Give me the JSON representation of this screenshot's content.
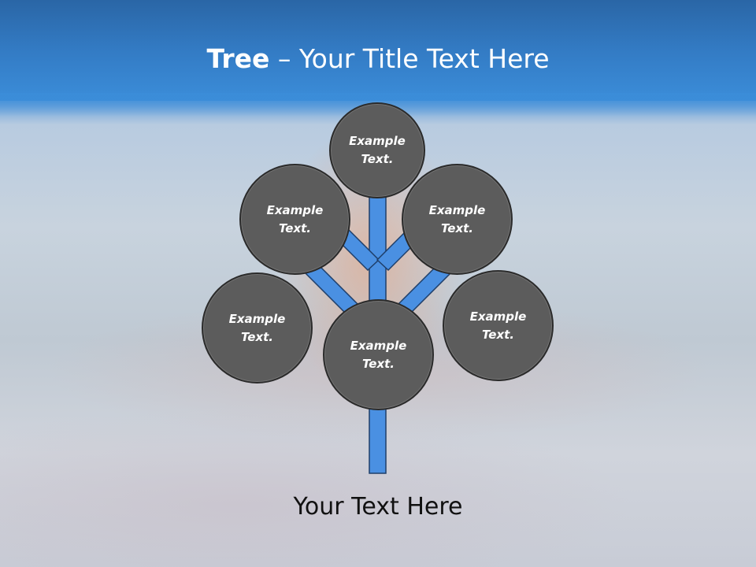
{
  "slide": {
    "title_bold": "Tree",
    "title_rest": " – Your Title Text Here",
    "caption": "Your Text Here"
  },
  "tree": {
    "nodes": [
      {
        "id": "top",
        "label": "Example\nText."
      },
      {
        "id": "upper-left",
        "label": "Example\nText."
      },
      {
        "id": "upper-right",
        "label": "Example\nText."
      },
      {
        "id": "mid-left",
        "label": "Example\nText."
      },
      {
        "id": "center",
        "label": "Example\nText."
      },
      {
        "id": "mid-right",
        "label": "Example\nText."
      }
    ]
  },
  "colors": {
    "header_blue": "#337bc4",
    "branch_blue": "#4a90e2",
    "node_gray": "#5c5c5c"
  }
}
